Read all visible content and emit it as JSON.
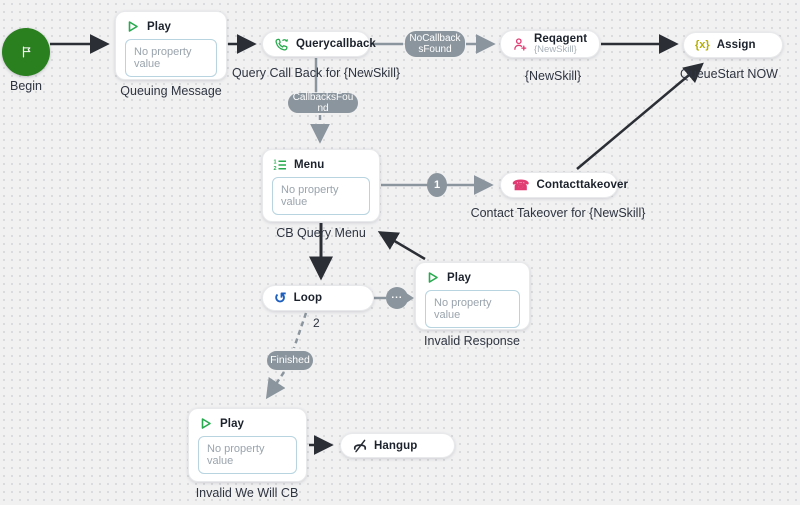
{
  "app": {
    "view": "contact-flow-script-canvas"
  },
  "colors": {
    "begin_green": "#2a7f1f",
    "action_green": "#27aa4e",
    "action_pink": "#e13b74",
    "action_blue": "#1d5fbf",
    "action_olive": "#b3ae00",
    "connector_gray": "#8b959d",
    "connector_black": "#2b2f35",
    "canvas_bg": "#f1f1f2"
  },
  "nodes": {
    "begin": {
      "caption": "Begin"
    },
    "queuing_message": {
      "title": "Play",
      "property_placeholder": "No property value",
      "caption": "Queuing Message"
    },
    "querycallback": {
      "title": "Querycallback",
      "caption": "Query Call Back for {NewSkill}"
    },
    "reqagent": {
      "title": "Reqagent",
      "property_value": "{NewSkill}",
      "caption": "{NewSkill}"
    },
    "assign": {
      "title": "Assign",
      "icon_glyph": "{x}",
      "caption": "QueueStart NOW"
    },
    "menu": {
      "title": "Menu",
      "property_placeholder": "No property value",
      "caption": "CB Query Menu"
    },
    "contacttakeover": {
      "title": "Contacttakeover",
      "caption": "Contact Takeover for {NewSkill}"
    },
    "loop": {
      "title": "Loop"
    },
    "invalid_response": {
      "title": "Play",
      "property_placeholder": "No property value",
      "caption": "Invalid Response"
    },
    "invalid_we_will_cb": {
      "title": "Play",
      "property_placeholder": "No property value",
      "caption": "Invalid We Will CB"
    },
    "hangup": {
      "title": "Hangup"
    }
  },
  "connectors": {
    "no_callbacks_found_label": "NoCallbacksFound",
    "callbacks_found_label": "CallbacksFound",
    "finished_label": "Finished",
    "menu_branch_label": "1",
    "loop_iterations_label": "2",
    "loop_default_label": "..."
  }
}
